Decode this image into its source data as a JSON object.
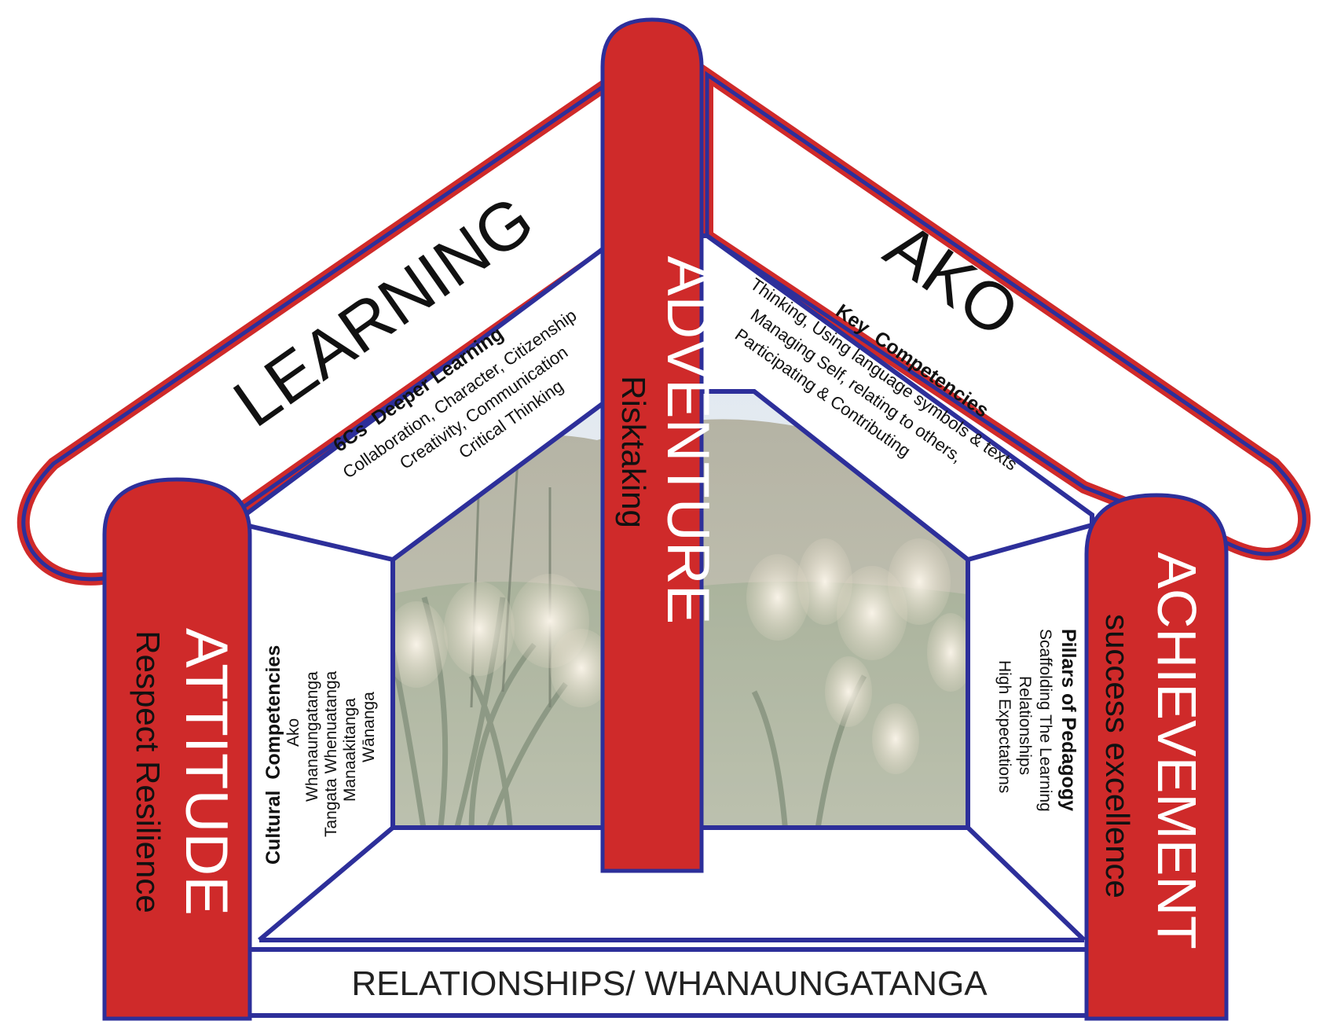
{
  "colors": {
    "red": "#cf2a2a",
    "blue": "#2d2f9a",
    "white": "#ffffff",
    "text": "#111111"
  },
  "roof": {
    "left_title": "LEARNING",
    "right_title": "AKO",
    "left_panel": {
      "heading": "6Cs  Deeper Learning",
      "lines": [
        "Collaboration, Character, Citizenship",
        "Creativity, Communication",
        "Critical Thinking"
      ]
    },
    "right_panel": {
      "heading": "Key  Competencies",
      "lines": [
        "Thinking, Using language symbols & texts",
        "Managing Self, relating to others,",
        "Participating & Contributing"
      ]
    }
  },
  "pillars": {
    "center": {
      "title": "ADVENTURE",
      "subtitle": "Risktaking"
    },
    "left": {
      "title": "ATTITUDE",
      "subtitle": "Respect Resilience"
    },
    "right": {
      "title": "ACHIEVEMENT",
      "subtitle": "success excellence"
    }
  },
  "walls": {
    "left": {
      "heading": "Cultural  Competencies",
      "lines": [
        "Ako",
        "Whanaungatanga",
        "Tangata Whenuatanga",
        "Manaakitanga",
        "Wānanga"
      ]
    },
    "right": {
      "heading": "Pillars of Pedagogy",
      "lines": [
        "Scaffolding The Learning",
        "Relationships",
        "High Expectations"
      ]
    }
  },
  "base": {
    "label": "RELATIONSHIPS/ WHANAUNGATANGA"
  },
  "background_image": {
    "description_icon": "landscape-photo-icon"
  }
}
